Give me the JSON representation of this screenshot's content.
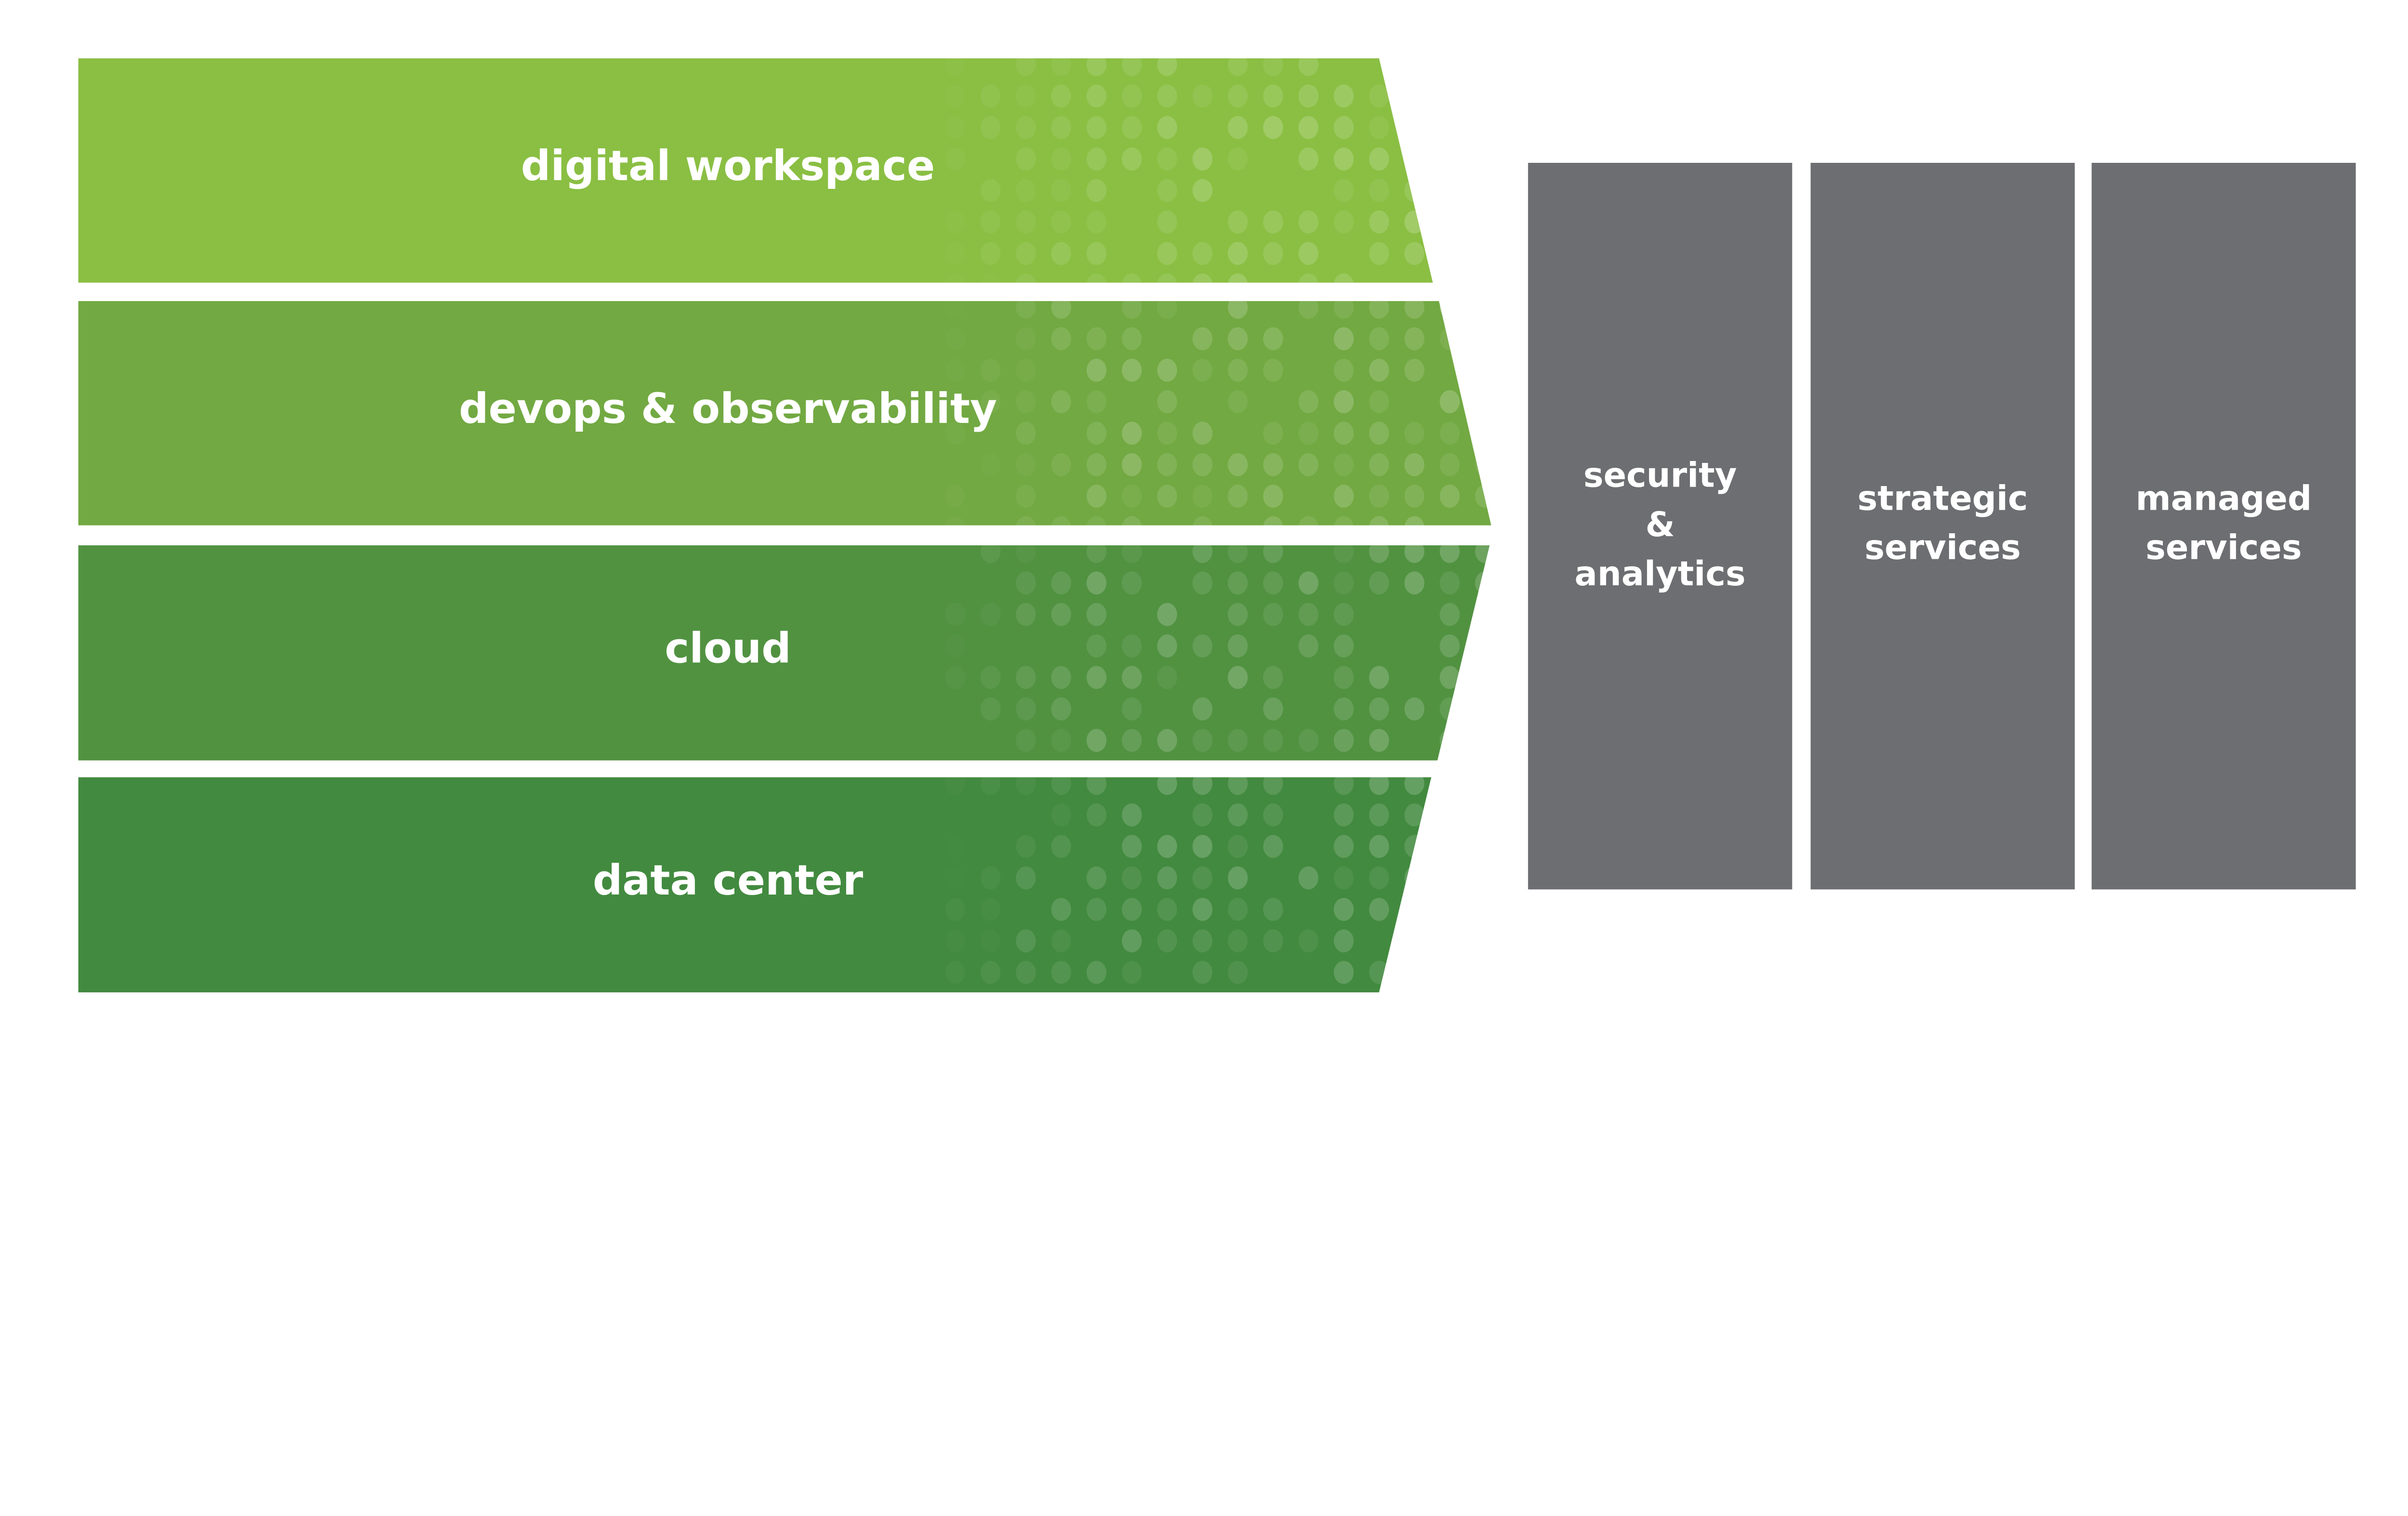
{
  "bands": [
    {
      "label": "digital workspace",
      "color": "#8abf43"
    },
    {
      "label": "devops & observability",
      "color": "#72a942"
    },
    {
      "label": "cloud",
      "color": "#519241"
    },
    {
      "label": "data center",
      "color": "#428a3f"
    }
  ],
  "columns": [
    {
      "lines": [
        "security",
        "&",
        "analytics"
      ],
      "color": "#6d6e71"
    },
    {
      "lines": [
        "strategic",
        "services"
      ],
      "color": "#6d6e71"
    },
    {
      "lines": [
        "managed",
        "services"
      ],
      "color": "#6d6e71"
    }
  ],
  "dot_color": "#ffffff"
}
